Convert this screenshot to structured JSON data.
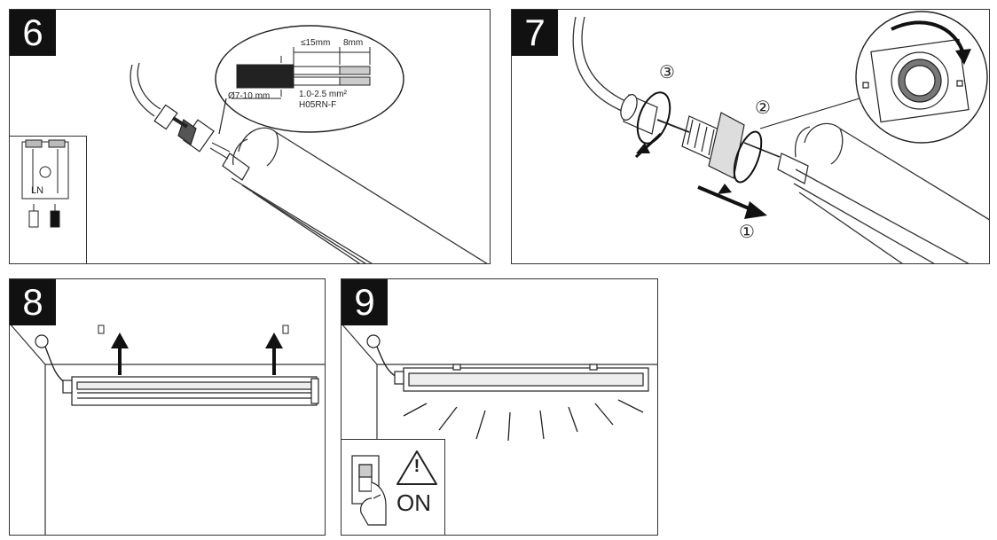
{
  "steps": {
    "s6": "6",
    "s7": "7",
    "s8": "8",
    "s9": "9"
  },
  "cable_spec": {
    "strip_length": "≤15mm",
    "wire_length": "8mm",
    "diameter": "Ø7-10 mm",
    "cross_section": "1.0-2.5 mm²",
    "cable_type": "H05RN-F"
  },
  "terminal": {
    "label": "LN"
  },
  "callouts": {
    "c1": "①",
    "c2": "②",
    "c3": "③"
  },
  "switch_notice": {
    "warning": "!",
    "label": "ON"
  }
}
